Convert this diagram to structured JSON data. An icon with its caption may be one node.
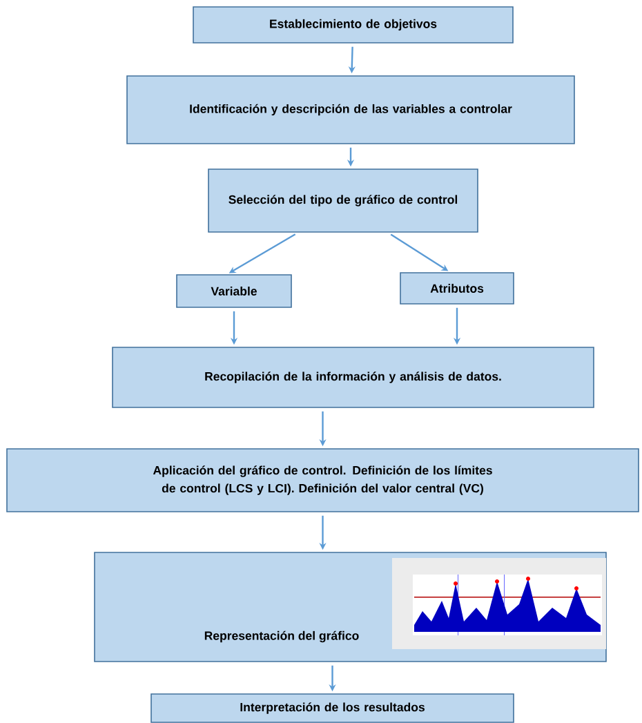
{
  "diagram": {
    "nodes": [
      {
        "text": [
          "Establecimiento de objetivos"
        ]
      },
      {
        "text": [
          "Identificación y descripción de las variables a controlar"
        ]
      },
      {
        "text": [
          "Selección del tipo de gráfico de control"
        ]
      },
      {
        "text": [
          "Variable"
        ]
      },
      {
        "text": [
          "Atributos"
        ]
      },
      {
        "text": [
          "Recopilación de la información y análisis de datos."
        ]
      },
      {
        "text": [
          "Aplicación del gráfico de control. Definición de los límites de control (LCS y LCI). Definición del valor central (VC)"
        ]
      },
      {
        "text": [
          "Representación del gráfico"
        ]
      },
      {
        "text": [
          "Interpretación de los resultados"
        ]
      }
    ],
    "edges": [
      {
        "from": 0,
        "to": 1,
        "arrow": "to"
      },
      {
        "from": 1,
        "to": 2,
        "arrow": "to"
      },
      {
        "from": 2,
        "to": 3,
        "arrow": "to"
      },
      {
        "from": 2,
        "to": 4,
        "arrow": "to"
      },
      {
        "from": 3,
        "to": 5,
        "arrow": "to"
      },
      {
        "from": 4,
        "to": 5,
        "arrow": "to"
      },
      {
        "from": 5,
        "to": 6,
        "arrow": "to"
      },
      {
        "from": 6,
        "to": 7,
        "arrow": "to"
      },
      {
        "from": 7,
        "to": 8,
        "arrow": "to"
      }
    ]
  }
}
